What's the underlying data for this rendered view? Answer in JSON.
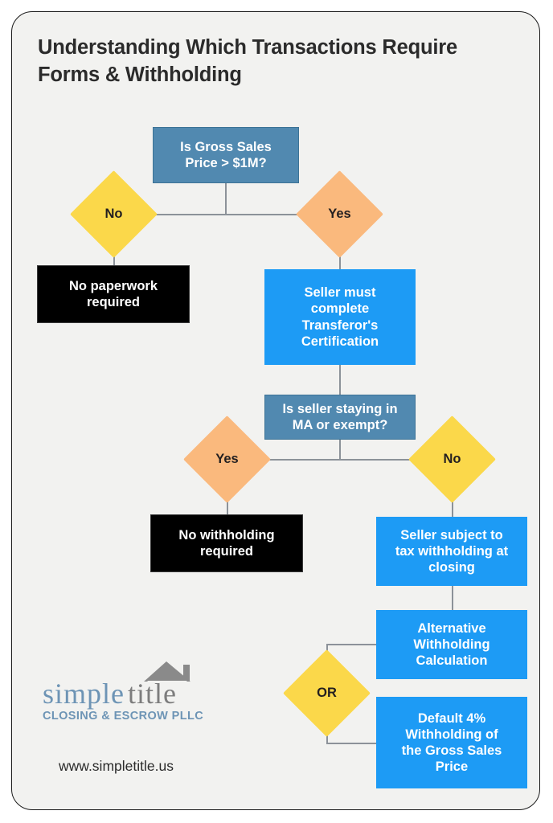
{
  "page": {
    "title_line1": "Understanding Which Transactions",
    "title_line2": "Require Forms & Withholding",
    "background": "#f2f2f0",
    "border_color": "#1a1a1a"
  },
  "palette": {
    "slate_blue": "#5189b0",
    "bright_blue": "#1d9bf5",
    "yellow": "#fbd84a",
    "orange": "#fab97d",
    "black": "#000000",
    "connector": "#8c9299"
  },
  "flowchart": {
    "type": "decision-flowchart",
    "nodes": [
      {
        "id": "q1",
        "shape": "rect",
        "style": "slate",
        "lines": [
          "Is Gross Sales",
          "Price > $1M?"
        ]
      },
      {
        "id": "q1-no",
        "shape": "diamond",
        "style": "yellow",
        "label": "No"
      },
      {
        "id": "q1-yes",
        "shape": "diamond",
        "style": "orange",
        "label": "Yes"
      },
      {
        "id": "no-paperwork",
        "shape": "rect",
        "style": "black",
        "lines": [
          "No paperwork",
          "required"
        ]
      },
      {
        "id": "transferor-cert",
        "shape": "rect",
        "style": "blue",
        "lines": [
          "Seller must",
          "complete",
          "Transferor's",
          "Certification"
        ]
      },
      {
        "id": "q2",
        "shape": "rect",
        "style": "slate",
        "lines": [
          "Is seller staying in",
          "MA or exempt?"
        ]
      },
      {
        "id": "q2-yes",
        "shape": "diamond",
        "style": "orange",
        "label": "Yes"
      },
      {
        "id": "q2-no",
        "shape": "diamond",
        "style": "yellow",
        "label": "No"
      },
      {
        "id": "no-withholding",
        "shape": "rect",
        "style": "black",
        "lines": [
          "No withholding",
          "required"
        ]
      },
      {
        "id": "subject-to-withholding",
        "shape": "rect",
        "style": "blue",
        "lines": [
          "Seller subject to",
          "tax withholding at",
          "closing"
        ]
      },
      {
        "id": "alternative-calc",
        "shape": "rect",
        "style": "blue",
        "lines": [
          "Alternative",
          "Withholding",
          "Calculation"
        ]
      },
      {
        "id": "or",
        "shape": "diamond",
        "style": "yellow",
        "label": "OR"
      },
      {
        "id": "default-4pct",
        "shape": "rect",
        "style": "blue",
        "lines": [
          "Default 4%",
          "Withholding of",
          "the Gross Sales",
          "Price"
        ]
      }
    ],
    "edges": [
      {
        "from": "q1",
        "to": "q1-no"
      },
      {
        "from": "q1",
        "to": "q1-yes"
      },
      {
        "from": "q1-no",
        "to": "no-paperwork"
      },
      {
        "from": "q1-yes",
        "to": "transferor-cert"
      },
      {
        "from": "transferor-cert",
        "to": "q2"
      },
      {
        "from": "q2",
        "to": "q2-yes"
      },
      {
        "from": "q2",
        "to": "q2-no"
      },
      {
        "from": "q2-yes",
        "to": "no-withholding"
      },
      {
        "from": "q2-no",
        "to": "subject-to-withholding"
      },
      {
        "from": "subject-to-withholding",
        "to": "alternative-calc"
      },
      {
        "from": "or",
        "to": "alternative-calc"
      },
      {
        "from": "or",
        "to": "default-4pct"
      }
    ]
  },
  "logo": {
    "word_primary": "simple",
    "word_secondary": "title",
    "tagline": "CLOSING & ESCROW PLLC",
    "url": "www.simpletitle.us",
    "icon": "house-roof-icon",
    "color_primary": "#6d94b5",
    "color_secondary": "#7d7d7d"
  }
}
